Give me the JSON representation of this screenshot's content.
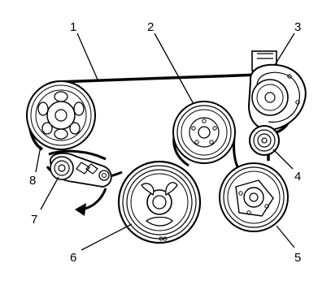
{
  "diagram": {
    "callouts": [
      {
        "id": "1",
        "text": "1",
        "part": "drive-belt"
      },
      {
        "id": "2",
        "text": "2",
        "part": "water-pump-pulley"
      },
      {
        "id": "3",
        "text": "3",
        "part": "belt-tensioner"
      },
      {
        "id": "4",
        "text": "4",
        "part": "idler-pulley"
      },
      {
        "id": "5",
        "text": "5",
        "part": "ac-compressor-pulley"
      },
      {
        "id": "6",
        "text": "6",
        "part": "crankshaft-balancer"
      },
      {
        "id": "7",
        "text": "7",
        "part": "tensioner-arm"
      },
      {
        "id": "8",
        "text": "8",
        "part": "generator-pulley"
      }
    ]
  }
}
